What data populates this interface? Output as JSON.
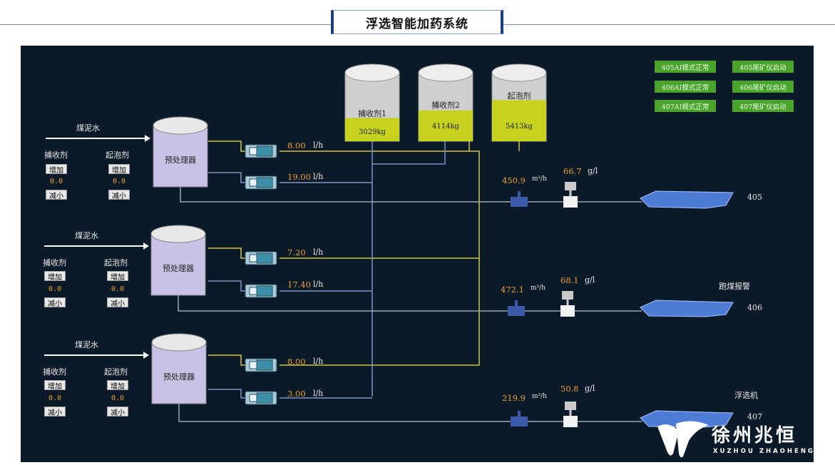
{
  "header": {
    "title": "浮选智能加药系统"
  },
  "tanks": [
    {
      "label": "捕收剂1",
      "amount": "3029kg",
      "level": 0.34
    },
    {
      "label": "捕收剂2",
      "amount": "4114kg",
      "level": 0.45
    },
    {
      "label": "起泡剂",
      "amount": "5413kg",
      "level": 0.6
    }
  ],
  "status": [
    [
      "405AI模式正常",
      "405尾矿仪启动"
    ],
    [
      "406AI模式正常",
      "406尾矿仪启动"
    ],
    [
      "407AI模式正常",
      "407尾矿仪启动"
    ]
  ],
  "units": [
    {
      "water": "煤泥水",
      "pretreat": "预处理器",
      "collector": "捕收剂",
      "frother": "起泡剂",
      "inc": "增加",
      "dec": "减小",
      "collector_value": "0.0",
      "frother_value": "0.0",
      "flow1": "8.00",
      "flow2": "19.00",
      "flow_unit": "l/h",
      "slurry": "450.9",
      "slurry_unit": "m³/h",
      "conc": "66.7",
      "conc_unit": "g/l",
      "cell": "405",
      "cell_label": ""
    },
    {
      "water": "煤泥水",
      "pretreat": "预处理器",
      "collector": "捕收剂",
      "frother": "起泡剂",
      "inc": "增加",
      "dec": "减小",
      "collector_value": "0.0",
      "frother_value": "0.0",
      "flow1": "7.20",
      "flow2": "17.40",
      "flow_unit": "l/h",
      "slurry": "472.1",
      "slurry_unit": "m³/h",
      "conc": "68.1",
      "conc_unit": "g/l",
      "cell": "406",
      "cell_label": "跑煤报警"
    },
    {
      "water": "煤泥水",
      "pretreat": "预处理器",
      "collector": "捕收剂",
      "frother": "起泡剂",
      "inc": "增加",
      "dec": "减小",
      "collector_value": "0.0",
      "frother_value": "0.0",
      "flow1": "8.00",
      "flow2": "3.00",
      "flow_unit": "l/h",
      "slurry": "219.9",
      "slurry_unit": "m³/h",
      "conc": "50.8",
      "conc_unit": "g/l",
      "cell": "407",
      "cell_label": "浮选机"
    }
  ],
  "logo": {
    "name": "徐州兆恒",
    "sub": "XUZHOU ZHAOHENG"
  },
  "colors": {
    "panel": "#0b1a29",
    "status_green": "#4aa32a",
    "tank_fill": "#c7d21f",
    "pretreat_fill": "#c9c2e4",
    "yellow_pipe": "#d6c844",
    "blue_pipe": "#7e94c4",
    "value_orange": "#f0a030"
  }
}
